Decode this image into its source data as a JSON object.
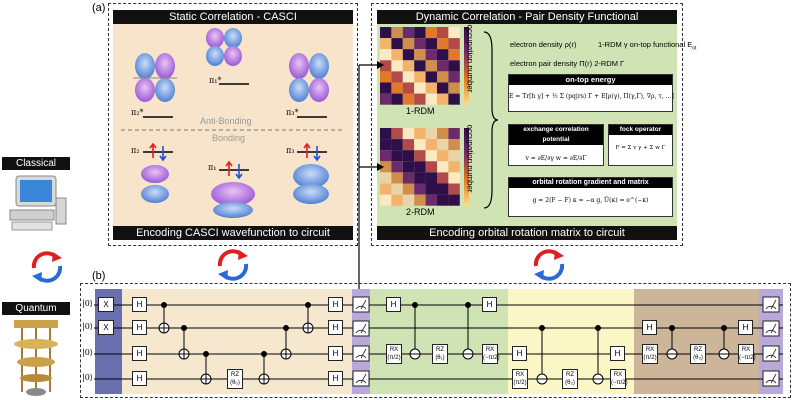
{
  "panel_a_label": "(a)",
  "panel_b_label": "(b)",
  "left_panel": {
    "title": "Static Correlation - CASCI",
    "footer": "Encoding CASCI wavefunction to circuit",
    "mo_labels": [
      "π₂*",
      "π₁*",
      "π₃*",
      "π₂",
      "π₁",
      "π₃"
    ],
    "antibonding": "Anti-Bonding",
    "bonding": "Bonding"
  },
  "right_panel": {
    "title": "Dynamic Correlation - Pair Density Functional",
    "footer": "Encoding orbital rotation matrix to circuit",
    "rdm1_label": "1-RDM",
    "rdm2_label": "2-RDM",
    "occupation": "occupation number",
    "line1a": "electron density ρ(r)",
    "line1b": "1-RDM γ  on-top functional E",
    "line1b_sub": "ot",
    "line2": "electron pair density Π(r)   2-RDM Γ",
    "ontop_title": "on-top energy",
    "ontop_eq": "E = Tr[h γ] + ½ Σ (pq|rs) Γ + E[ρ(γ), Π(γ,Γ), ∇ρ, τ, …]",
    "xc_title": "exchange correlation potential",
    "xc_eq": "v = ∂E/∂γ     w = ∂E/∂Γ",
    "fock_title": "fock operator",
    "fock_eq": "F = Σ v γ + Σ w Γ",
    "orb_title": "orbital rotation gradient and matrix",
    "orb_eq": "g = 2(F − F)   κ = −α g,   Û(κ) = e^(−κ)"
  },
  "side": {
    "classical": "Classical",
    "quantum": "Quantum"
  },
  "circuit": {
    "qubits": [
      "|0⟩",
      "|0⟩",
      "|0⟩",
      "|0⟩"
    ],
    "x_gate": "X",
    "h_gate": "H",
    "rz_gate": "RZ",
    "rx_gate": "RX",
    "theta0": "(θ₀)",
    "theta1": "(θ₁)",
    "theta2": "(θ₂)",
    "theta3": "(θ₃)",
    "pi_half": "(π/2)",
    "mpi_half": "(−π/2)"
  },
  "colors": {
    "x_block": "#6a6fb0",
    "measure_block": "#b9a9d8",
    "casci_bg": "#f6e7cf",
    "green_bg": "#cfe3b5",
    "yellow_bg": "#fbf6c6",
    "brown_bg": "#cdb59a",
    "mo_orange": "#f7e4cb"
  }
}
